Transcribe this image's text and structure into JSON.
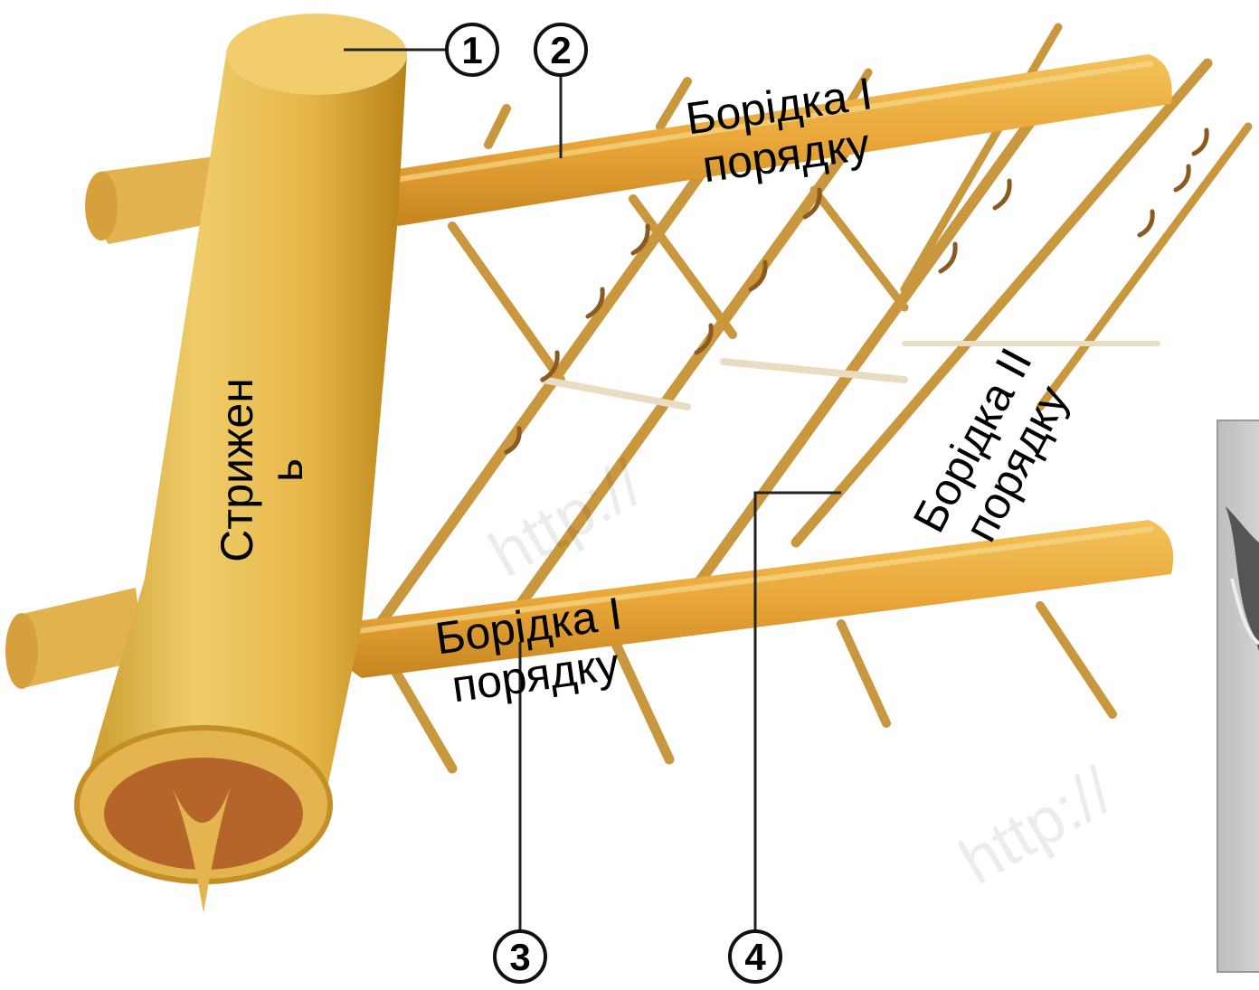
{
  "labels": {
    "rachis": [
      "Стрижен",
      "ь"
    ],
    "barb_top": [
      "Борідка І",
      "порядку"
    ],
    "barb_bottom": [
      "Борідка І",
      "порядку"
    ],
    "barbule": [
      "Борідка ІІ",
      "порядку"
    ]
  },
  "callouts": [
    "1",
    "2",
    "3",
    "4"
  ],
  "watermark": "http://"
}
